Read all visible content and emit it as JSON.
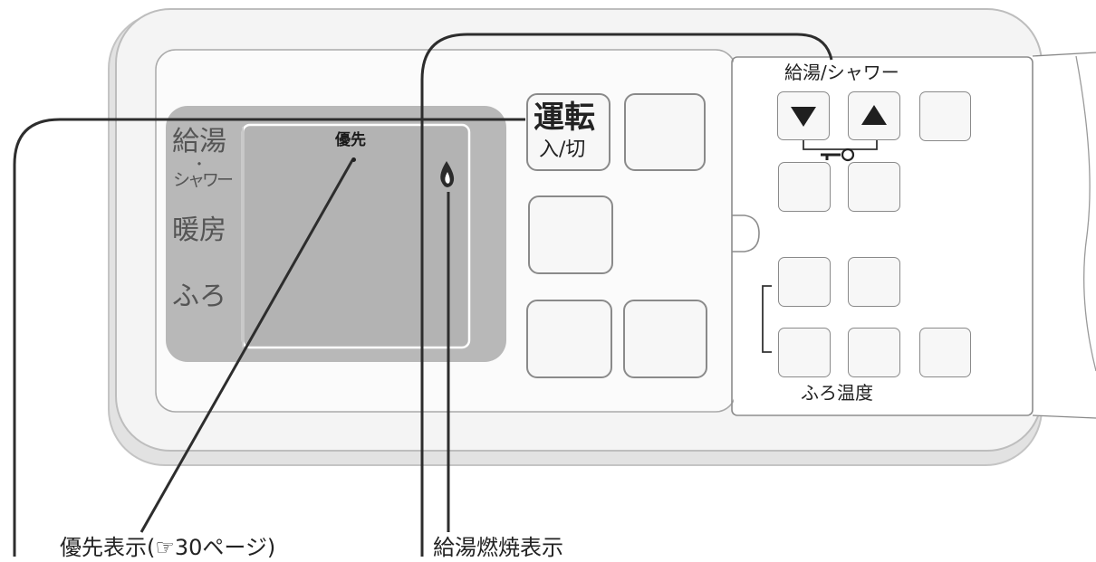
{
  "display": {
    "side_labels": [
      "給湯",
      "・",
      "シャワー",
      "暖房",
      "ふろ"
    ],
    "priority_label": "優先",
    "flame_icon": "flame-icon"
  },
  "buttons": {
    "power_main": "運転",
    "power_sub": "入/切"
  },
  "panel": {
    "top_label": "給湯/シャワー",
    "bottom_label": "ふろ温度",
    "down_icon": "down-triangle-icon",
    "up_icon": "up-triangle-icon",
    "key_icon": "key-icon"
  },
  "callouts": {
    "priority": "優先表示(☞30ページ)",
    "combustion": "給湯燃焼表示"
  }
}
